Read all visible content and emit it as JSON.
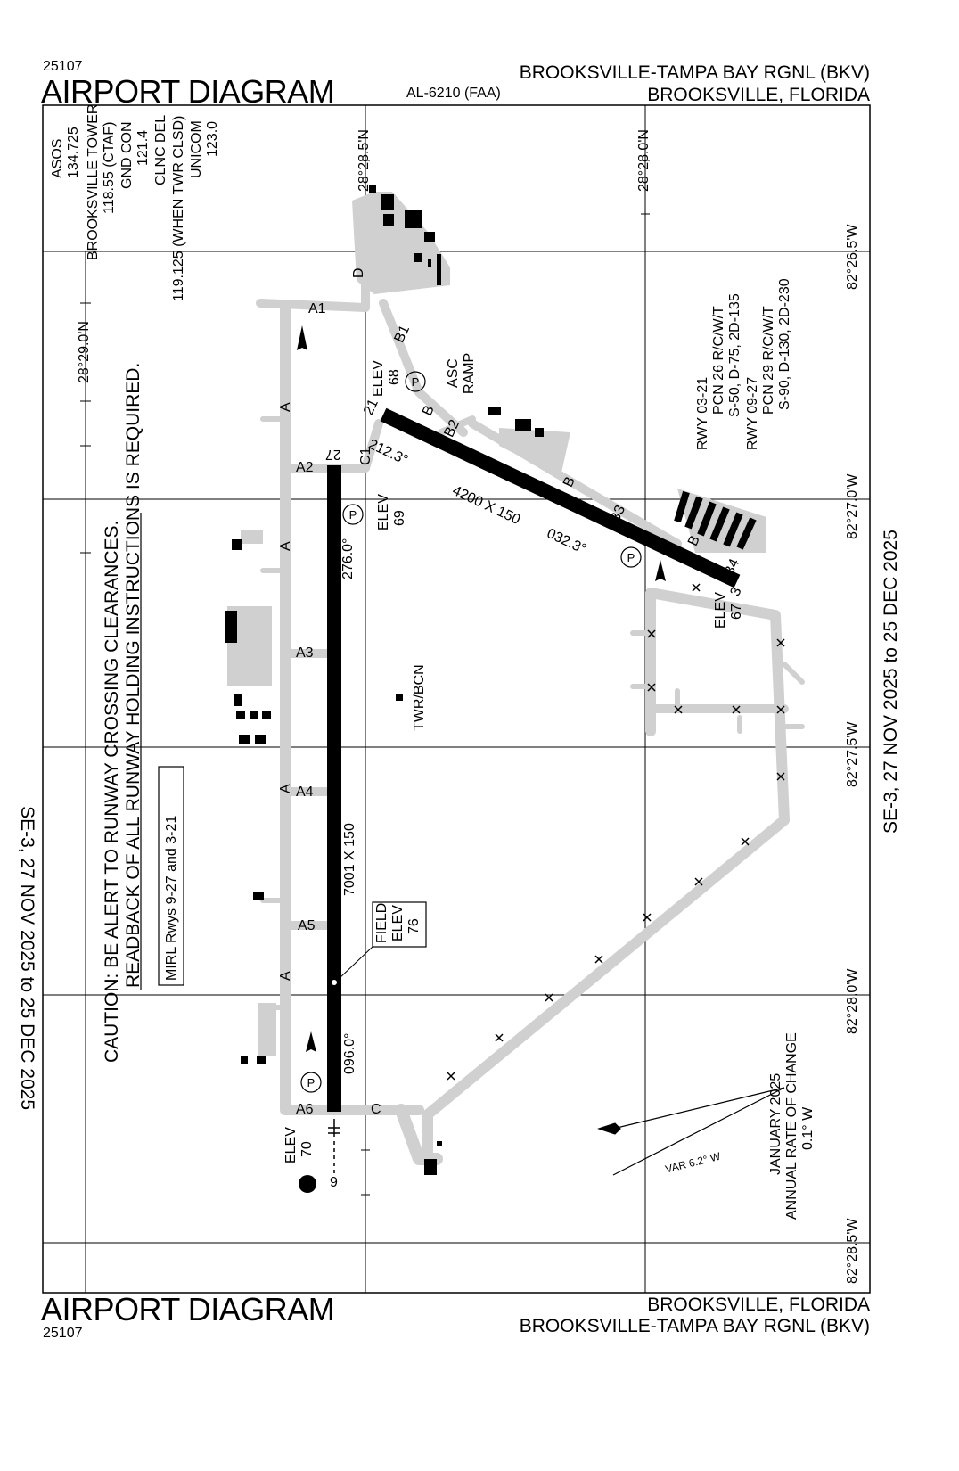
{
  "header": {
    "procedure_number": "25107",
    "title": "AIRPORT DIAGRAM",
    "al_number": "AL-6210 (FAA)",
    "airport_name": "BROOKSVILLE-TAMPA BAY RGNL (BKV)",
    "city_state": "BROOKSVILLE, FLORIDA"
  },
  "footer": {
    "procedure_number": "25107",
    "title": "AIRPORT DIAGRAM",
    "airport_name": "BROOKSVILLE-TAMPA BAY RGNL (BKV)",
    "city_state": "BROOKSVILLE, FLORIDA"
  },
  "validity": "SE-3, 27 NOV 2025 to 25 DEC 2025",
  "frequencies": [
    "ASOS",
    "134.725",
    "BROOKSVILLE TOWER",
    "118.55 (CTAF)",
    "GND CON",
    "121.4",
    "CLNC DEL",
    "119.125 (WHEN TWR CLSD)",
    "UNICOM",
    "123.0"
  ],
  "grid": {
    "lat_labels": [
      "28°28.5'N",
      "28°28.0'N",
      "28°29.0'N"
    ],
    "lon_labels": [
      "82°26.5'W",
      "82°27.0'W",
      "82°27.5'W",
      "82°28.0'W",
      "82°28.5'W"
    ]
  },
  "runways": {
    "rwy_9_27": {
      "size": "7001 X 150",
      "bearing_w": "276.0°",
      "bearing_e": "096.0°",
      "end_w": "27",
      "end_e": "9"
    },
    "rwy_3_21": {
      "size": "4200 X 150",
      "bearing_ne": "212.3°",
      "bearing_sw": "032.3°",
      "end_ne": "21",
      "end_sw": "3"
    }
  },
  "elevations": [
    {
      "label": "ELEV",
      "value": "68"
    },
    {
      "label": "ELEV",
      "value": "69"
    },
    {
      "label": "ELEV",
      "value": "67"
    },
    {
      "label": "ELEV",
      "value": "70"
    }
  ],
  "field_elev": {
    "label1": "FIELD",
    "label2": "ELEV",
    "value": "76"
  },
  "taxiways": [
    "A",
    "A1",
    "A2",
    "A3",
    "A4",
    "A5",
    "A6",
    "B",
    "B1",
    "B2",
    "B3",
    "B4",
    "C",
    "C1",
    "D"
  ],
  "notes": {
    "caution_1": "CAUTION: BE ALERT TO RUNWAY CROSSING CLEARANCES.",
    "caution_2": "READBACK OF ALL RUNWAY HOLDING INSTRUCTIONS IS REQUIRED.",
    "lighting": "MIRL Rwys 9-27 and 3-21",
    "asc_ramp_1": "ASC",
    "asc_ramp_2": "RAMP",
    "twr": "TWR/BCN",
    "pcn": [
      "RWY 03-21",
      "PCN 26 R/C/W/T",
      "S-50, D-75, 2D-135",
      "RWY 09-27",
      "PCN 29 R/C/W/T",
      "S-90, D-130, 2D-230"
    ],
    "var": "VAR 6.2° W",
    "magnetic": [
      "JANUARY 2025",
      "ANNUAL RATE OF CHANGE",
      "0.1° W"
    ]
  }
}
